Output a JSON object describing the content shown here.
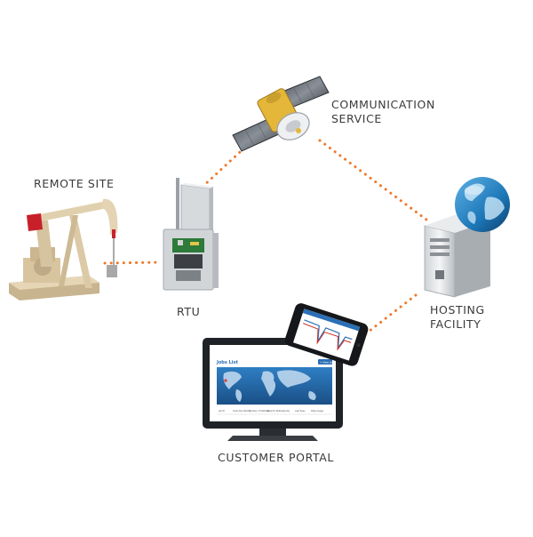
{
  "labels": {
    "remote_site": "REMOTE SITE",
    "rtu": "RTU",
    "communication_line1": "COMMUNICATION",
    "communication_line2": "SERVICE",
    "hosting_line1": "HOSTING",
    "hosting_line2": "FACILITY",
    "customer_portal": "CUSTOMER PORTAL"
  },
  "portal_screen": {
    "title": "Jobs List",
    "button": "+ New Job",
    "columns": [
      "Job ID",
      "Customer Name",
      "Number of Stations",
      "Network Status",
      "Alarms",
      "Last Seen",
      "Data Usage"
    ]
  },
  "colors": {
    "connector": "#f0782a",
    "label_text": "#3a3a3a",
    "pumpjack_body": "#dcc9a6",
    "pumpjack_accent": "#c8202a",
    "globe": "#1d78b8",
    "screen_blue": "#2b6fb6"
  },
  "icons": [
    "pumpjack-icon",
    "rtu-antenna-icon",
    "satellite-icon",
    "server-tower-icon",
    "globe-icon",
    "monitor-icon",
    "smartphone-icon"
  ]
}
